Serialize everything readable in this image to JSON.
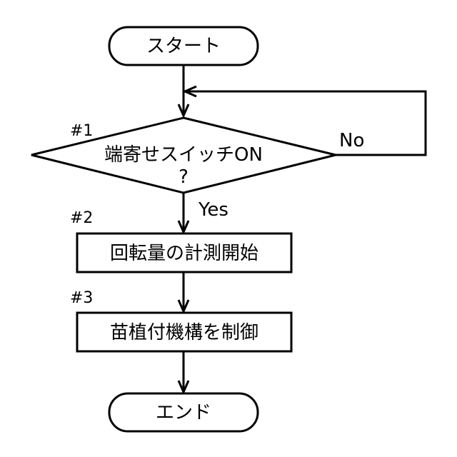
{
  "flowchart": {
    "start_label": "スタート",
    "decision": {
      "step": "#1",
      "line1": "端寄せスイッチON",
      "line2": "?",
      "yes_label": "Yes",
      "no_label": "No"
    },
    "process1": {
      "step": "#2",
      "label": "回転量の計測開始"
    },
    "process2": {
      "step": "#3",
      "label": "苗植付機構を制御"
    },
    "end_label": "エンド"
  }
}
